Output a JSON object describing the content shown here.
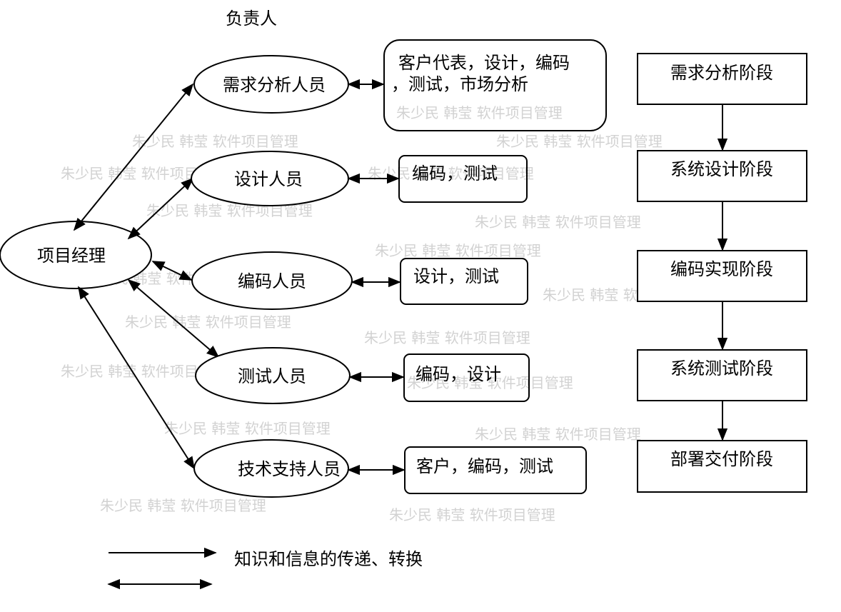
{
  "header": {
    "label": "负责人"
  },
  "manager": {
    "label": "项目经理"
  },
  "roles": [
    {
      "label": "需求分析人员",
      "partners": [
        "客户代表，设计，编码",
        "，测试，市场分析"
      ]
    },
    {
      "label": "设计人员",
      "partners": [
        "编码，测试"
      ]
    },
    {
      "label": "编码人员",
      "partners": [
        "设计，测试"
      ]
    },
    {
      "label": "测试人员",
      "partners": [
        "编码，设计"
      ]
    },
    {
      "label": "技术支持人员",
      "partners": [
        "客户，编码，测试"
      ]
    }
  ],
  "phases": [
    {
      "label": "需求分析阶段"
    },
    {
      "label": "系统设计阶段"
    },
    {
      "label": "编码实现阶段"
    },
    {
      "label": "系统测试阶段"
    },
    {
      "label": "部署交付阶段"
    }
  ],
  "legend": {
    "label": "知识和信息的传递、转换"
  },
  "watermark": "朱少民  韩莹  软件项目管理"
}
